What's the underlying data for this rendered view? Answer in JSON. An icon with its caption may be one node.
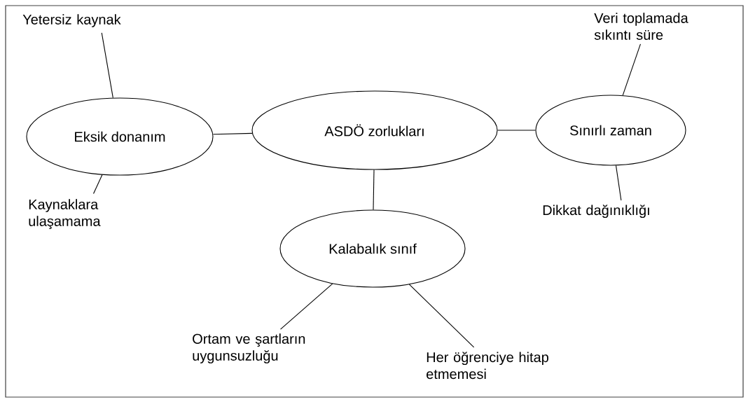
{
  "diagram": {
    "nodes": [
      {
        "text": [
          "ASDÖ zorlukları"
        ]
      },
      {
        "text": [
          "Eksik donanım"
        ]
      },
      {
        "text": [
          "Sınırlı zaman"
        ]
      },
      {
        "text": [
          "Kalabalık sınıf"
        ]
      },
      {
        "text": [
          "Yetersiz kaynak"
        ]
      },
      {
        "text": [
          "Kaynaklara ulaşamama"
        ]
      },
      {
        "text": [
          "Veri toplamada sıkıntı süre"
        ]
      },
      {
        "text": [
          "Dikkat dağınıklığı"
        ]
      },
      {
        "text": [
          "Ortam ve şartların uygunsuzluğu"
        ]
      },
      {
        "text": [
          "Her öğrenciye hitap etmemesi"
        ]
      }
    ],
    "edges": [
      {
        "from": 0,
        "to": 1,
        "arrow": "none"
      },
      {
        "from": 0,
        "to": 2,
        "arrow": "none"
      },
      {
        "from": 0,
        "to": 3,
        "arrow": "none"
      },
      {
        "from": 1,
        "to": 4,
        "arrow": "none"
      },
      {
        "from": 1,
        "to": 5,
        "arrow": "none"
      },
      {
        "from": 2,
        "to": 6,
        "arrow": "none"
      },
      {
        "from": 2,
        "to": 7,
        "arrow": "none"
      },
      {
        "from": 3,
        "to": 8,
        "arrow": "none"
      },
      {
        "from": 3,
        "to": 9,
        "arrow": "none"
      }
    ]
  }
}
